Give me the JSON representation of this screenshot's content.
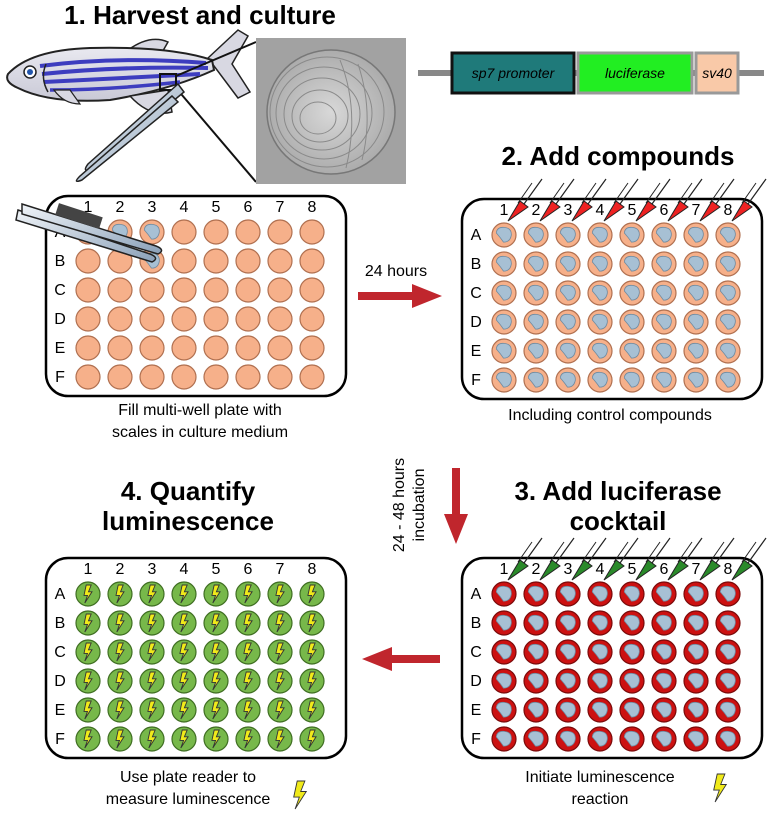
{
  "steps": {
    "step1_title": "1. Harvest and culture",
    "step2_title": "2. Add compounds",
    "step3_title_line1": "3. Add luciferase",
    "step3_title_line2": "cocktail",
    "step4_title_line1": "4. Quantify",
    "step4_title_line2": "luminescence"
  },
  "construct": {
    "promoter": "sp7 promoter",
    "gene": "luciferase",
    "terminator": "sv40",
    "promoter_color": "#1f7a7a",
    "gene_color": "#22ee22",
    "terminator_color": "#f9c9a8"
  },
  "plate": {
    "columns": [
      "1",
      "2",
      "3",
      "4",
      "5",
      "6",
      "7",
      "8"
    ],
    "rows": [
      "A",
      "B",
      "C",
      "D",
      "E",
      "F"
    ]
  },
  "arrows": {
    "arrow1_label": "24 hours",
    "arrow2_label_line1": "24 - 48 hours",
    "arrow2_label_line2": "incubation"
  },
  "captions": {
    "plate1_line1": "Fill multi-well plate with",
    "plate1_line2": "scales in culture medium",
    "plate2": "Including control compounds",
    "plate3_line1": "Initiate luminescence",
    "plate3_line2": "reaction",
    "plate4_line1": "Use plate reader to",
    "plate4_line2": "measure luminescence"
  },
  "colors": {
    "well_medium": "#f6b08a",
    "scale": "#a7c0d4",
    "well_luciferase": "#cc1111",
    "well_luminescent": "#77b84a",
    "tip_compound": "#ee2222",
    "tip_luciferase": "#2a8a2a",
    "arrow": "#c0262d",
    "lightning": "#f0ea1a"
  },
  "icons": {
    "fish": "zebrafish-icon",
    "forceps": "forceps-icon",
    "scale": "scale-micrograph-icon",
    "lightning": "lightning-icon"
  }
}
